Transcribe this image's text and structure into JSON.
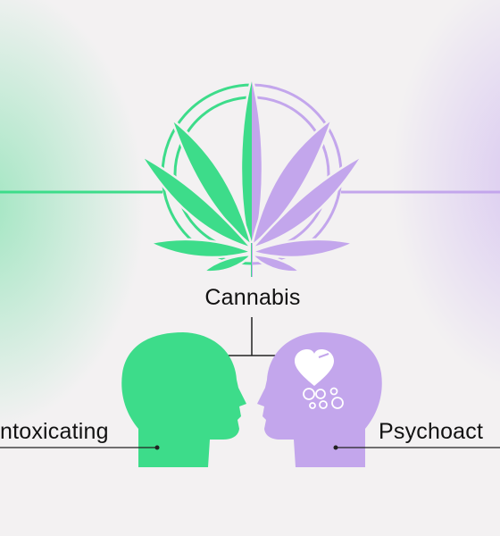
{
  "diagram": {
    "center_label": "Cannabis",
    "left_label": "ntoxicating",
    "right_label": "Psychoact",
    "colors": {
      "green": "#3ddc8a",
      "purple": "#c3a6ec",
      "line": "#222222",
      "background": "#f3f1f2"
    },
    "icons": [
      "cannabis-leaf-icon",
      "head-profile-icon",
      "heart-pill-icon"
    ]
  }
}
